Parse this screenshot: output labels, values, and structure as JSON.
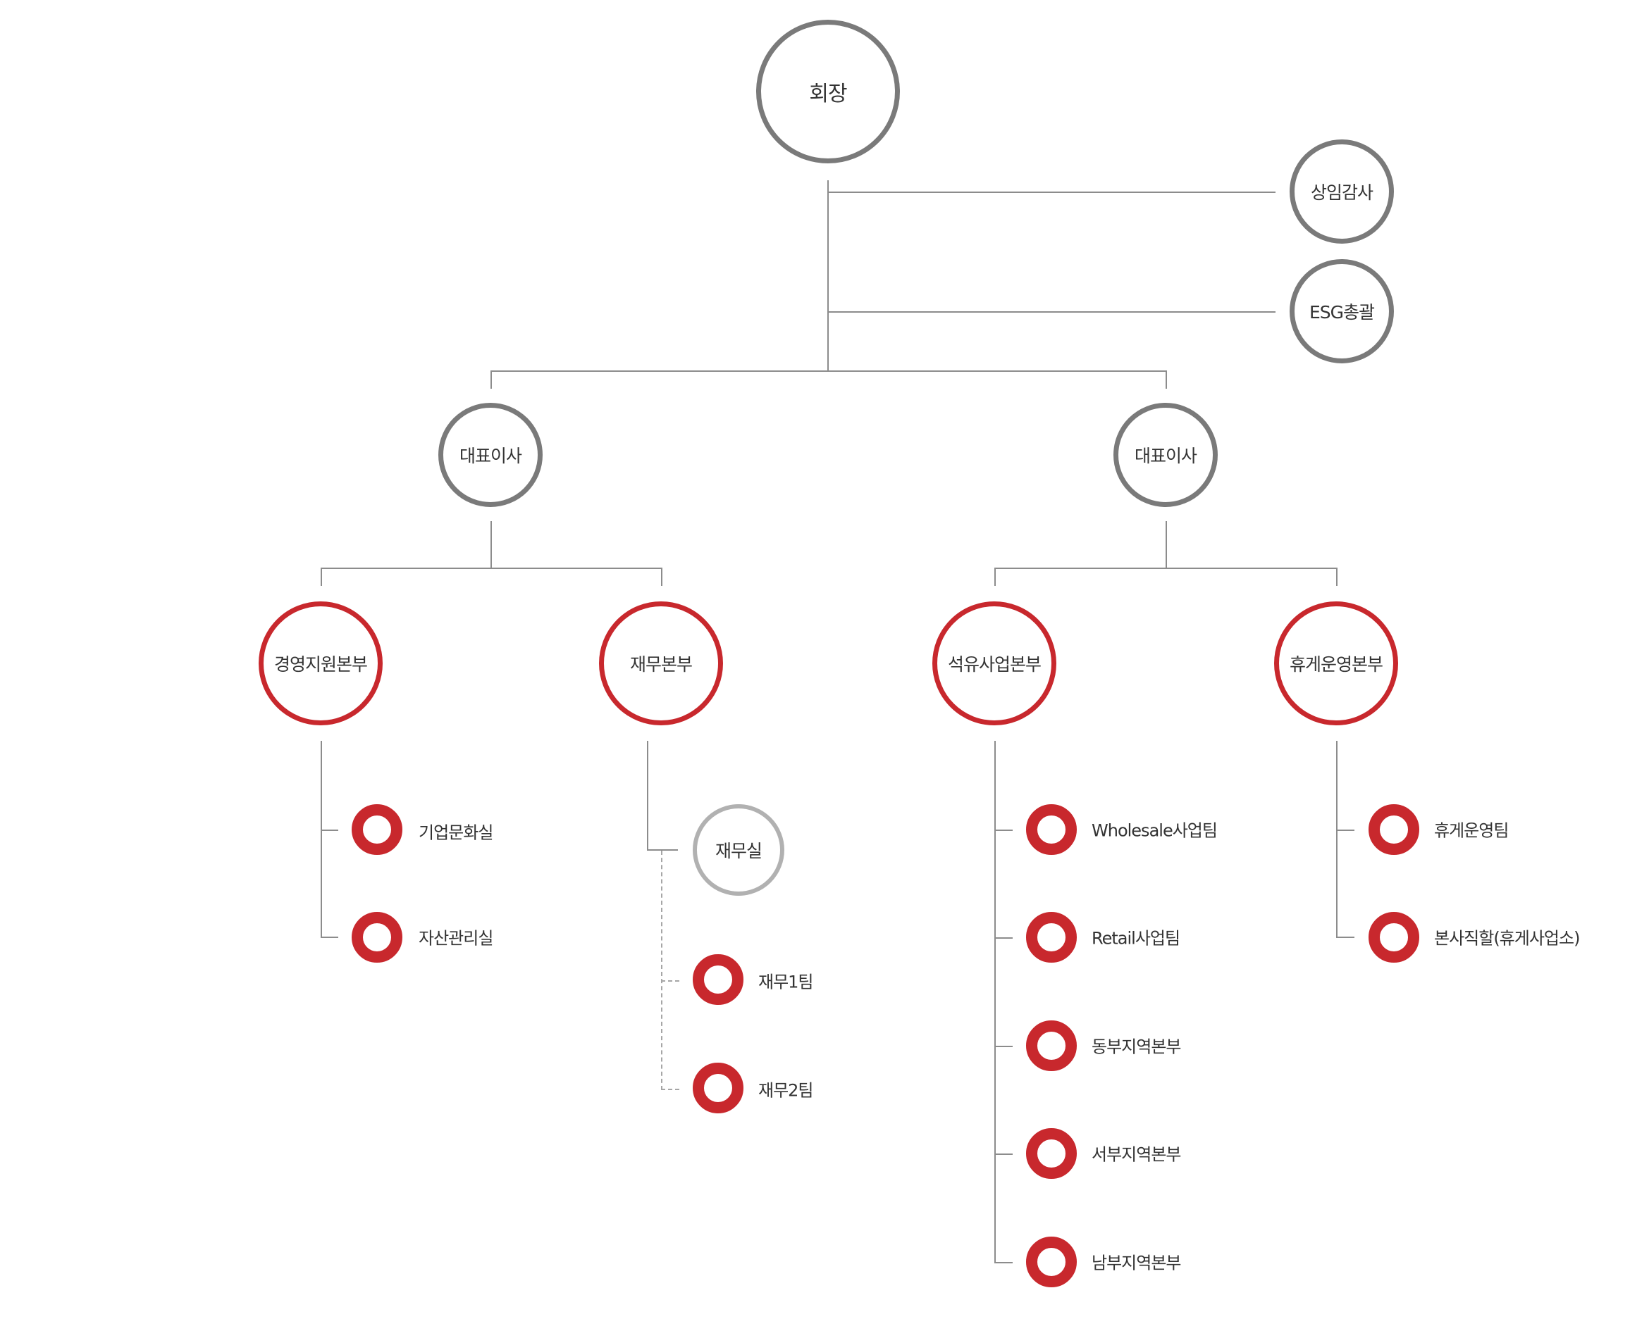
{
  "chairman": "회장",
  "side": {
    "audit": "상임감사",
    "esg": "ESG총괄"
  },
  "ceo_left": "대표이사",
  "ceo_right": "대표이사",
  "div_management": "경영지원본부",
  "div_finance": "재무본부",
  "div_petroleum": "석유사업본부",
  "div_rest": "휴게운영본부",
  "finance_office": "재무실",
  "management_units": [
    "기업문화실",
    "자산관리실"
  ],
  "finance_teams": [
    "재무1팀",
    "재무2팀"
  ],
  "petroleum_units": [
    "Wholesale사업팀",
    "Retail사업팀",
    "동부지역본부",
    "서부지역본부",
    "남부지역본부"
  ],
  "rest_units": [
    "휴게운영팀",
    "본사직할(휴게사업소)"
  ],
  "colors": {
    "node_gray": "#7a7a7a",
    "node_red": "#c8282d",
    "node_light_gray": "#b1b1b1",
    "line": "#8c8c8c"
  }
}
